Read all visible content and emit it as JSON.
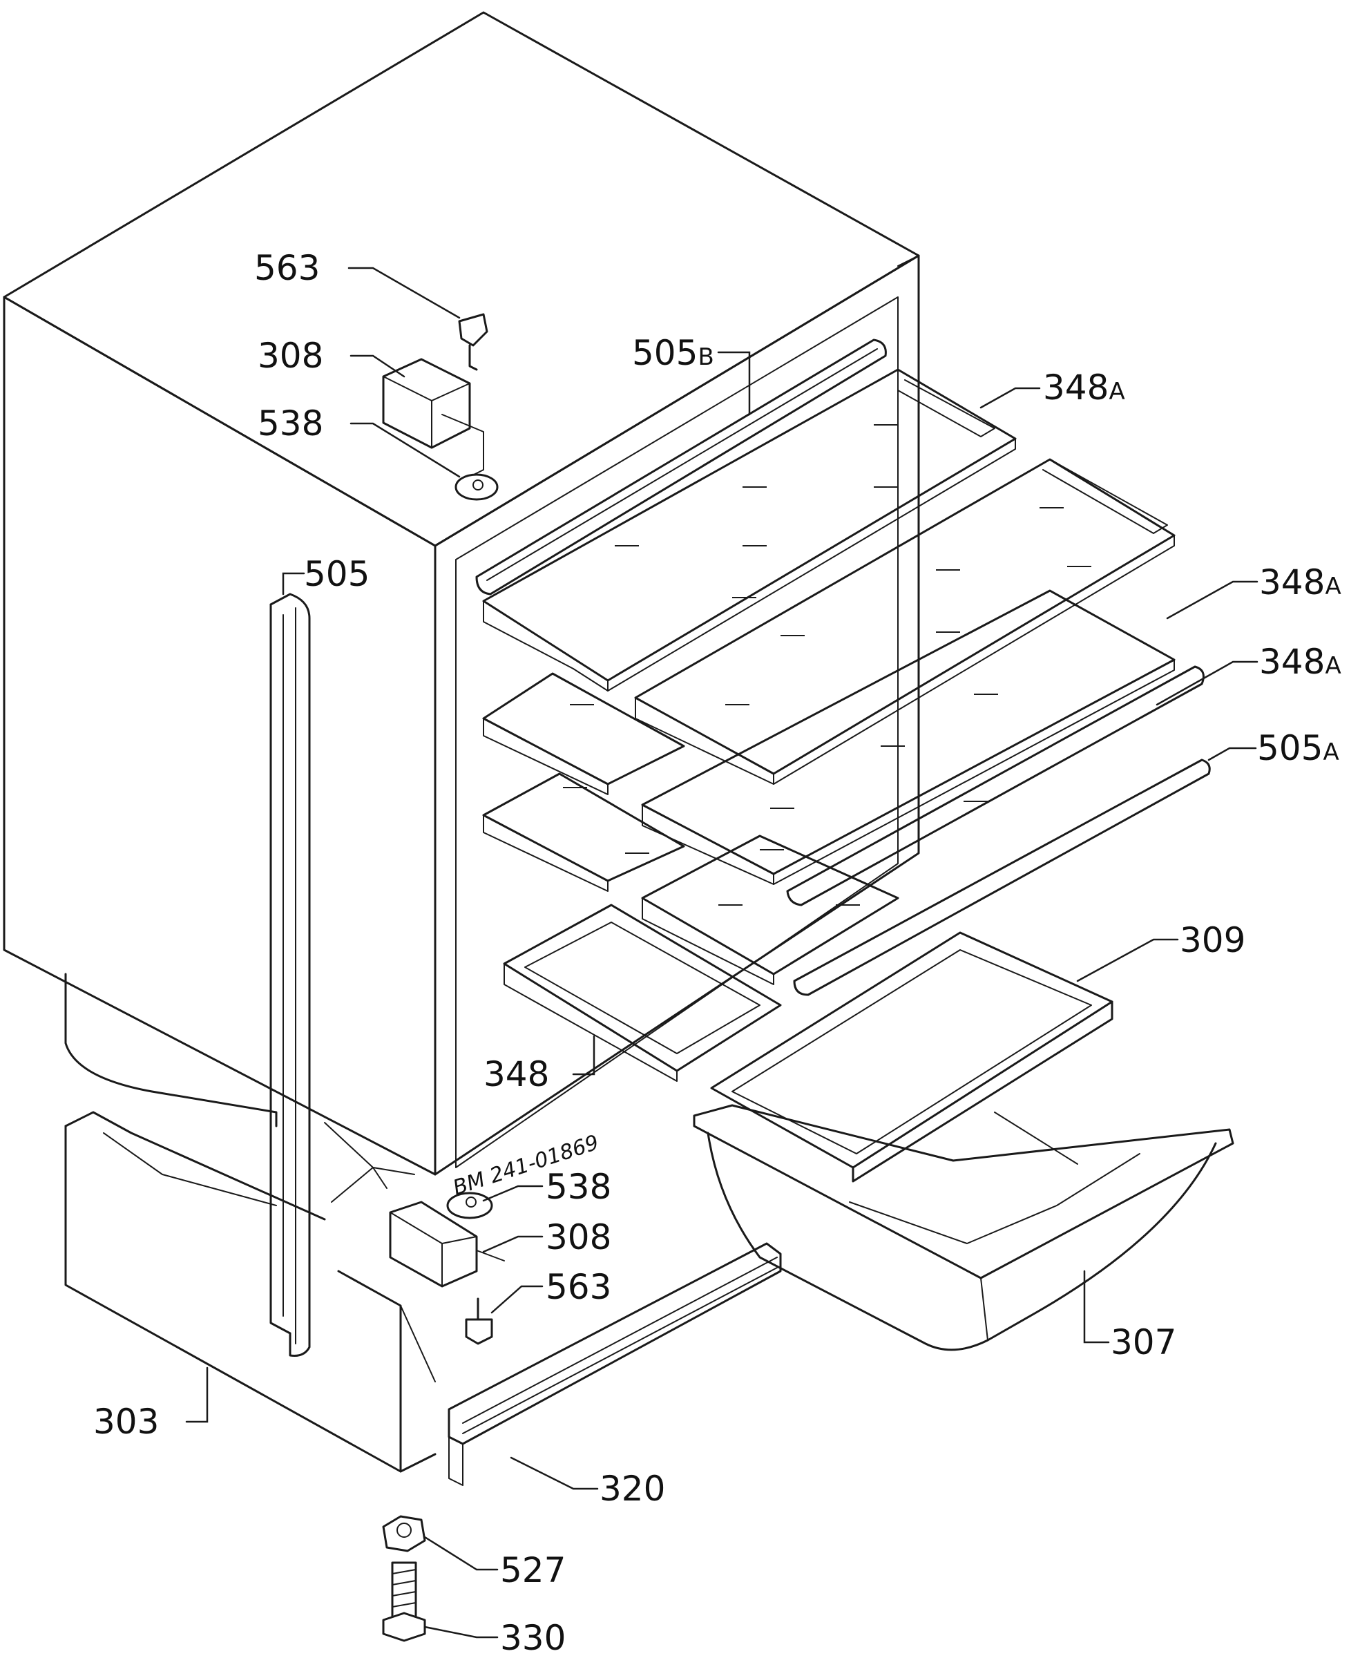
{
  "diagram": {
    "drawing_code": "BM 241-01869",
    "parts": [
      {
        "id": "563_top",
        "number": "563",
        "suffix": ""
      },
      {
        "id": "308_top",
        "number": "308",
        "suffix": ""
      },
      {
        "id": "538_top",
        "number": "538",
        "suffix": ""
      },
      {
        "id": "505B",
        "number": "505",
        "suffix": "B"
      },
      {
        "id": "348A_1",
        "number": "348",
        "suffix": "A"
      },
      {
        "id": "505",
        "number": "505",
        "suffix": ""
      },
      {
        "id": "348A_2",
        "number": "348",
        "suffix": "A"
      },
      {
        "id": "348A_3",
        "number": "348",
        "suffix": "A"
      },
      {
        "id": "505A",
        "number": "505",
        "suffix": "A"
      },
      {
        "id": "309",
        "number": "309",
        "suffix": ""
      },
      {
        "id": "348",
        "number": "348",
        "suffix": ""
      },
      {
        "id": "538_bot",
        "number": "538",
        "suffix": ""
      },
      {
        "id": "308_bot",
        "number": "308",
        "suffix": ""
      },
      {
        "id": "563_bot",
        "number": "563",
        "suffix": ""
      },
      {
        "id": "307",
        "number": "307",
        "suffix": ""
      },
      {
        "id": "303",
        "number": "303",
        "suffix": ""
      },
      {
        "id": "320",
        "number": "320",
        "suffix": ""
      },
      {
        "id": "527",
        "number": "527",
        "suffix": ""
      },
      {
        "id": "330",
        "number": "330",
        "suffix": ""
      }
    ]
  }
}
